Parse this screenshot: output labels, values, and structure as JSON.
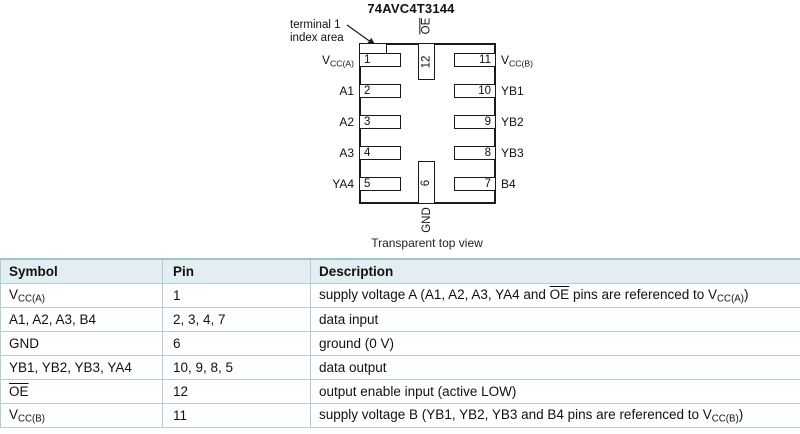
{
  "colors": {
    "table_border": "#abd0da",
    "table_header_bg": "#e2eef1",
    "table_top_rule": "#9fc3cd",
    "diagram_ink": "#1a1a1a"
  },
  "diagram": {
    "title": "74AVC4T3144",
    "index_note_line1": "terminal 1",
    "index_note_line2": "index area",
    "caption": "Transparent top view",
    "top_pin": {
      "num": "12",
      "label": [
        {
          "t": "over",
          "v": "OE"
        }
      ]
    },
    "bottom_pin": {
      "num": "6",
      "label": [
        {
          "t": "text",
          "v": "GND"
        }
      ]
    },
    "left_pins": [
      {
        "num": "1",
        "label": [
          {
            "t": "text",
            "v": "V"
          },
          {
            "t": "sub",
            "v": "CC(A)"
          }
        ]
      },
      {
        "num": "2",
        "label": [
          {
            "t": "text",
            "v": "A1"
          }
        ]
      },
      {
        "num": "3",
        "label": [
          {
            "t": "text",
            "v": "A2"
          }
        ]
      },
      {
        "num": "4",
        "label": [
          {
            "t": "text",
            "v": "A3"
          }
        ]
      },
      {
        "num": "5",
        "label": [
          {
            "t": "text",
            "v": "YA4"
          }
        ]
      }
    ],
    "right_pins": [
      {
        "num": "11",
        "label": [
          {
            "t": "text",
            "v": "V"
          },
          {
            "t": "sub",
            "v": "CC(B)"
          }
        ]
      },
      {
        "num": "10",
        "label": [
          {
            "t": "text",
            "v": "YB1"
          }
        ]
      },
      {
        "num": "9",
        "label": [
          {
            "t": "text",
            "v": "YB2"
          }
        ]
      },
      {
        "num": "8",
        "label": [
          {
            "t": "text",
            "v": "YB3"
          }
        ]
      },
      {
        "num": "7",
        "label": [
          {
            "t": "text",
            "v": "B4"
          }
        ]
      }
    ]
  },
  "table": {
    "headers": [
      "Symbol",
      "Pin",
      "Description"
    ],
    "rows": [
      {
        "symbol": [
          {
            "t": "text",
            "v": "V"
          },
          {
            "t": "sub",
            "v": "CC(A)"
          }
        ],
        "pin": "1",
        "desc": [
          {
            "t": "text",
            "v": "supply voltage A (A1, A2, A3, YA4 and "
          },
          {
            "t": "over",
            "v": "OE"
          },
          {
            "t": "text",
            "v": " pins are referenced to V"
          },
          {
            "t": "sub",
            "v": "CC(A)"
          },
          {
            "t": "text",
            "v": ")"
          }
        ]
      },
      {
        "symbol": [
          {
            "t": "text",
            "v": "A1, A2, A3, B4"
          }
        ],
        "pin": "2, 3, 4, 7",
        "desc": [
          {
            "t": "text",
            "v": "data input"
          }
        ]
      },
      {
        "symbol": [
          {
            "t": "text",
            "v": "GND"
          }
        ],
        "pin": "6",
        "desc": [
          {
            "t": "text",
            "v": "ground (0 V)"
          }
        ]
      },
      {
        "symbol": [
          {
            "t": "text",
            "v": "YB1, YB2, YB3, YA4"
          }
        ],
        "pin": "10, 9, 8, 5",
        "desc": [
          {
            "t": "text",
            "v": "data output"
          }
        ]
      },
      {
        "symbol": [
          {
            "t": "over",
            "v": "OE"
          }
        ],
        "pin": "12",
        "desc": [
          {
            "t": "text",
            "v": "output enable input (active LOW)"
          }
        ]
      },
      {
        "symbol": [
          {
            "t": "text",
            "v": "V"
          },
          {
            "t": "sub",
            "v": "CC(B)"
          }
        ],
        "pin": "11",
        "desc": [
          {
            "t": "text",
            "v": "supply voltage B (YB1, YB2, YB3 and B4 pins are referenced to V"
          },
          {
            "t": "sub",
            "v": "CC(B)"
          },
          {
            "t": "text",
            "v": ")"
          }
        ]
      }
    ]
  }
}
